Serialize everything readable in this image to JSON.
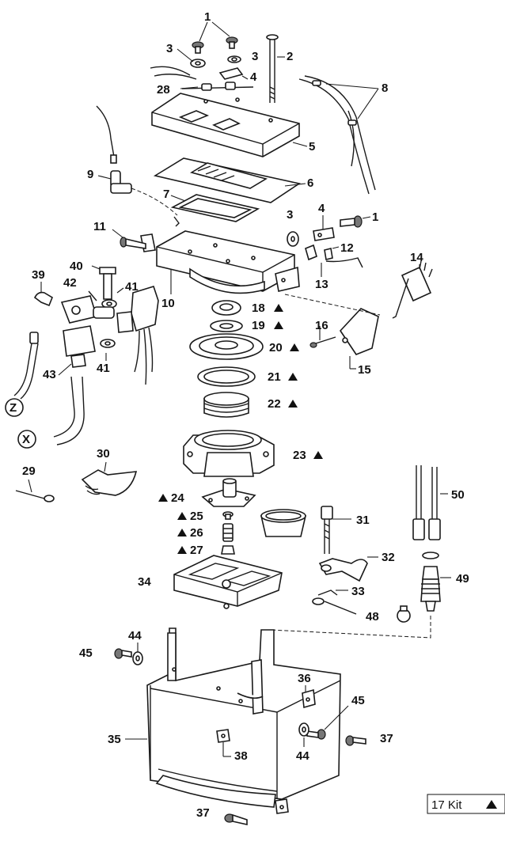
{
  "labels": [
    {
      "id": "1",
      "text": "1"
    },
    {
      "id": "1b",
      "text": "1"
    },
    {
      "id": "2",
      "text": "2"
    },
    {
      "id": "3a",
      "text": "3"
    },
    {
      "id": "3b",
      "text": "3"
    },
    {
      "id": "3c",
      "text": "3"
    },
    {
      "id": "4a",
      "text": "4"
    },
    {
      "id": "4b",
      "text": "4"
    },
    {
      "id": "5",
      "text": "5"
    },
    {
      "id": "6",
      "text": "6"
    },
    {
      "id": "7",
      "text": "7"
    },
    {
      "id": "8",
      "text": "8"
    },
    {
      "id": "9",
      "text": "9"
    },
    {
      "id": "10",
      "text": "10"
    },
    {
      "id": "11",
      "text": "11"
    },
    {
      "id": "12",
      "text": "12"
    },
    {
      "id": "13",
      "text": "13"
    },
    {
      "id": "14",
      "text": "14"
    },
    {
      "id": "15",
      "text": "15"
    },
    {
      "id": "16",
      "text": "16"
    },
    {
      "id": "18",
      "text": "18"
    },
    {
      "id": "19",
      "text": "19"
    },
    {
      "id": "20",
      "text": "20"
    },
    {
      "id": "21",
      "text": "21"
    },
    {
      "id": "22",
      "text": "22"
    },
    {
      "id": "23",
      "text": "23"
    },
    {
      "id": "24",
      "text": "24"
    },
    {
      "id": "25",
      "text": "25"
    },
    {
      "id": "26",
      "text": "26"
    },
    {
      "id": "27",
      "text": "27"
    },
    {
      "id": "28",
      "text": "28"
    },
    {
      "id": "29",
      "text": "29"
    },
    {
      "id": "30",
      "text": "30"
    },
    {
      "id": "31",
      "text": "31"
    },
    {
      "id": "32",
      "text": "32"
    },
    {
      "id": "33",
      "text": "33"
    },
    {
      "id": "34",
      "text": "34"
    },
    {
      "id": "35",
      "text": "35"
    },
    {
      "id": "36",
      "text": "36"
    },
    {
      "id": "37a",
      "text": "37"
    },
    {
      "id": "37b",
      "text": "37"
    },
    {
      "id": "38",
      "text": "38"
    },
    {
      "id": "39",
      "text": "39"
    },
    {
      "id": "40",
      "text": "40"
    },
    {
      "id": "41a",
      "text": "41"
    },
    {
      "id": "41b",
      "text": "41"
    },
    {
      "id": "42",
      "text": "42"
    },
    {
      "id": "43",
      "text": "43"
    },
    {
      "id": "44a",
      "text": "44"
    },
    {
      "id": "44b",
      "text": "44"
    },
    {
      "id": "45a",
      "text": "45"
    },
    {
      "id": "45b",
      "text": "45"
    },
    {
      "id": "48",
      "text": "48"
    },
    {
      "id": "49",
      "text": "49"
    },
    {
      "id": "50",
      "text": "50"
    },
    {
      "id": "X",
      "text": "X"
    },
    {
      "id": "Z",
      "text": "Z"
    }
  ],
  "legend": {
    "text": "17 Kit"
  }
}
